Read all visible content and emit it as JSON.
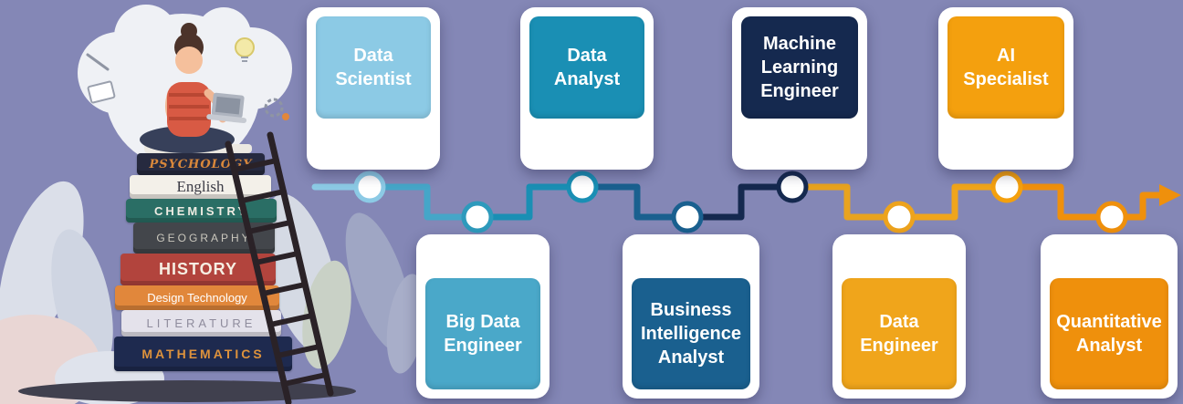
{
  "page": {
    "background": "#8487b6"
  },
  "illustration": {
    "books": [
      {
        "label": "PSYCHOLOGY",
        "bg": "#262a3f",
        "color": "#d9883b"
      },
      {
        "label": "English",
        "bg": "#f3f0e9",
        "color": "#3c3c46"
      },
      {
        "label": "CHEMISTRY",
        "bg": "#2a6e65",
        "color": "#efece3"
      },
      {
        "label": "GEOGRAPHY",
        "bg": "#43464b",
        "color": "#cac7bd"
      },
      {
        "label": "HISTORY",
        "bg": "#b2443d",
        "color": "#f6efe3"
      },
      {
        "label": "Design Technology",
        "bg": "#e1873b",
        "color": "#ffffff"
      },
      {
        "label": "LITERATURE",
        "bg": "#e4e2eb",
        "color": "#8f8c9d"
      },
      {
        "label": "MATHEMATICS",
        "bg": "#1e2a4f",
        "color": "#dd923c"
      }
    ]
  },
  "roadmap": {
    "cards": [
      {
        "label": "Data Scientist",
        "bg": "#8ccae5",
        "text": "#ffffff",
        "row": "top"
      },
      {
        "label": "Big Data Engineer",
        "bg": "#4aa8c9",
        "text": "#ffffff",
        "row": "bottom"
      },
      {
        "label": "Data Analyst",
        "bg": "#1a8fb4",
        "text": "#ffffff",
        "row": "top"
      },
      {
        "label": "Business Intelligence Analyst",
        "bg": "#1a608f",
        "text": "#ffffff",
        "row": "bottom"
      },
      {
        "label": "Machine Learning Engineer",
        "bg": "#15294f",
        "text": "#ffffff",
        "row": "top"
      },
      {
        "label": "Data Engineer",
        "bg": "#f0a51b",
        "text": "#ffffff",
        "row": "bottom"
      },
      {
        "label": "AI Specialist",
        "bg": "#f4a00e",
        "text": "#ffffff",
        "row": "top"
      },
      {
        "label": "Quantitative Analyst",
        "bg": "#ef900c",
        "text": "#ffffff",
        "row": "bottom"
      }
    ],
    "segments": [
      "#8ccae5",
      "#45a6c8",
      "#1a8fb4",
      "#1a608f",
      "#15294f",
      "#e8a31f",
      "#f0a51b",
      "#ef900c",
      "#ef900c"
    ],
    "nodes": [
      "#8ccae5",
      "#2e9abc",
      "#1a8fb4",
      "#1a608f",
      "#15294f",
      "#eda31d",
      "#f4a00e",
      "#ef900c"
    ],
    "arrow_color": "#ef900c"
  }
}
